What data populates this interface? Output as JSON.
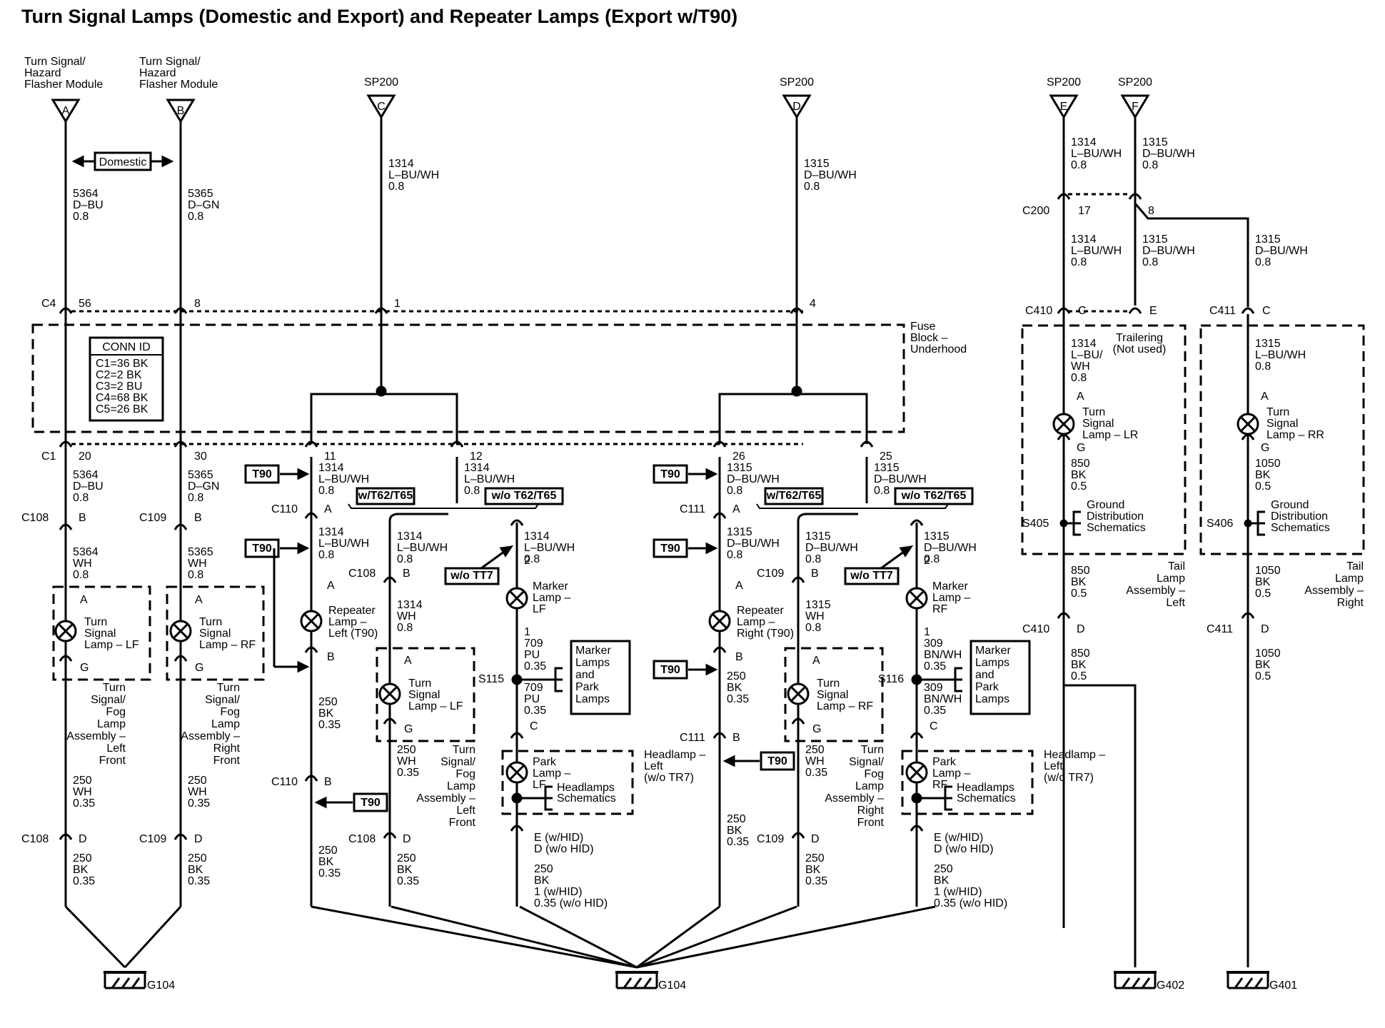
{
  "title": "Turn Signal Lamps (Domestic and Export) and Repeater Lamps (Export w/T90)",
  "sources": [
    {
      "lines": [
        "Turn Signal/",
        "Hazard",
        "Flasher Module"
      ],
      "letter": "A"
    },
    {
      "lines": [
        "Turn Signal/",
        "Hazard",
        "Flasher Module"
      ],
      "letter": "B"
    },
    {
      "lines": [
        "SP200"
      ],
      "letter": "C"
    },
    {
      "lines": [
        "SP200"
      ],
      "letter": "D"
    },
    {
      "lines": [
        "SP200"
      ],
      "letter": "E"
    },
    {
      "lines": [
        "SP200"
      ],
      "letter": "F"
    }
  ],
  "domestic_label": "Domestic",
  "fuse_block": {
    "lines": [
      "Fuse",
      "Block –",
      "Underhood"
    ]
  },
  "conn_id": {
    "title": "CONN ID",
    "lines": [
      "C1=36 BK",
      "C2=2 BK",
      "C3=2 BU",
      "C4=68 BK",
      "C5=26 BK"
    ]
  },
  "trailering": {
    "lines": [
      "Trailering",
      "(Not used)"
    ]
  },
  "connectors": {
    "C4": "C4",
    "C1": "C1",
    "C108": "C108",
    "C109": "C109",
    "C110": "C110",
    "C111": "C111",
    "C200": "C200",
    "C410": "C410",
    "C411": "C411"
  },
  "pins": {
    "p56": "56",
    "p8": "8",
    "p1": "1",
    "p4": "4",
    "p20": "20",
    "p30": "30",
    "p11": "11",
    "p12": "12",
    "p26": "26",
    "p25": "25",
    "p17": "17",
    "A": "A",
    "B": "B",
    "C": "C",
    "D": "D",
    "E": "E",
    "G": "G",
    "p2": "2"
  },
  "wires": {
    "w5364_DBU": [
      "5364",
      "D–BU",
      "0.8"
    ],
    "w5365_DGN": [
      "5365",
      "D–GN",
      "0.8"
    ],
    "w5364_WH": [
      "5364",
      "WH",
      "0.8"
    ],
    "w5365_WH": [
      "5365",
      "WH",
      "0.8"
    ],
    "w1314_LBUWH": [
      "1314",
      "L–BU/WH",
      "0.8"
    ],
    "w1315_DBUWH": [
      "1315",
      "D–BU/WH",
      "0.8"
    ],
    "w1314_LBUWH2": [
      "1314",
      "L–BU/",
      "WH",
      "0.8"
    ],
    "w1315_LBUWH": [
      "1315",
      "L–BU/WH",
      "0.8"
    ],
    "w1314_WH": [
      "1314",
      "WH",
      "0.8"
    ],
    "w1315_WH": [
      "1315",
      "WH",
      "0.8"
    ],
    "w250_WH": [
      "250",
      "WH",
      "0.35"
    ],
    "w250_BK": [
      "250",
      "BK",
      "0.35"
    ],
    "w709_PU": [
      "709",
      "PU",
      "0.35"
    ],
    "w309_BNWH": [
      "309",
      "BN/WH",
      "0.35"
    ],
    "w850_BK": [
      "850",
      "BK",
      "0.5"
    ],
    "w1050_BK": [
      "1050",
      "BK",
      "0.5"
    ],
    "w250_HID": [
      "250",
      "BK",
      "1 (w/HID)",
      "0.35 (w/o HID)"
    ],
    "hid_pins": [
      "E (w/HID)",
      "D (w/o HID)"
    ]
  },
  "options": {
    "T90": "T90",
    "wT62T65": "w/T62/T65",
    "woT62T65": "w/o T62/T65",
    "woTT7": "w/o TT7"
  },
  "lamps": {
    "ts_lf": [
      "Turn",
      "Signal",
      "Lamp – LF"
    ],
    "ts_rf": [
      "Turn",
      "Signal",
      "Lamp – RF"
    ],
    "rep_left": [
      "Repeater",
      "Lamp –",
      "Left (T90)"
    ],
    "rep_right": [
      "Repeater",
      "Lamp –",
      "Right (T90)"
    ],
    "marker_lf": [
      "Marker",
      "Lamp –",
      "LF"
    ],
    "marker_rf": [
      "Marker",
      "Lamp –",
      "RF"
    ],
    "park_lf": [
      "Park",
      "Lamp –",
      "LF"
    ],
    "park_rf": [
      "Park",
      "Lamp –",
      "RF"
    ],
    "ts_lr": [
      "Turn",
      "Signal",
      "Lamp – LR"
    ],
    "ts_rr": [
      "Turn",
      "Signal",
      "Lamp – RR"
    ]
  },
  "assemblies": {
    "tsfog_left": [
      "Turn",
      "Signal/",
      "Fog",
      "Lamp",
      "Assembly –",
      "Left",
      "Front"
    ],
    "tsfog_right": [
      "Turn",
      "Signal/",
      "Fog",
      "Lamp",
      "Assembly –",
      "Right",
      "Front"
    ],
    "headlamp_left": [
      "Headlamp –",
      "Left",
      "(w/o TR7)"
    ],
    "headlamp_right": [
      "Headlamp –",
      "Left",
      "(w/o TR7)"
    ],
    "tail_left": [
      "Tail",
      "Lamp",
      "Assembly –",
      "Left"
    ],
    "tail_right": [
      "Tail",
      "Lamp",
      "Assembly –",
      "Right"
    ]
  },
  "splices": {
    "S115": "S115",
    "S116": "S116",
    "S405": "S405",
    "S406": "S406"
  },
  "refs": {
    "marker_park": [
      "Marker",
      "Lamps",
      "and",
      "Park",
      "Lamps"
    ],
    "headlamps": [
      "Headlamps",
      "Schematics"
    ],
    "ground_dist": [
      "Ground",
      "Distribution",
      "Schematics"
    ]
  },
  "grounds": {
    "G104": "G104",
    "G402": "G402",
    "G401": "G401"
  }
}
